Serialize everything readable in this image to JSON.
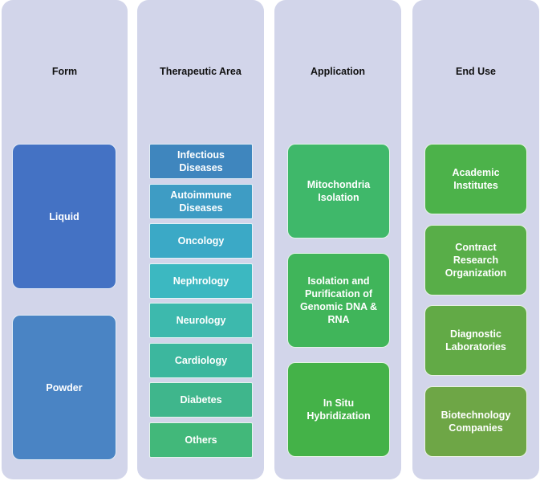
{
  "columns": [
    {
      "title": "Form",
      "items": [
        {
          "label": "Liquid",
          "color": "#4472c4"
        },
        {
          "label": "Powder",
          "color": "#4a84c4"
        }
      ]
    },
    {
      "title": "Therapeutic Area",
      "items": [
        {
          "label": "Infectious Diseases",
          "color": "#3f86be"
        },
        {
          "label": "Autoimmune Diseases",
          "color": "#3e9cc4"
        },
        {
          "label": "Oncology",
          "color": "#3ba9c6"
        },
        {
          "label": "Nephrology",
          "color": "#3cb8c1"
        },
        {
          "label": "Neurology",
          "color": "#3db9ad"
        },
        {
          "label": "Cardiology",
          "color": "#3cb79e"
        },
        {
          "label": "Diabetes",
          "color": "#3fb68c"
        },
        {
          "label": "Others",
          "color": "#42b87a"
        }
      ]
    },
    {
      "title": "Application",
      "items": [
        {
          "label": "Mitochondria Isolation",
          "color": "#3fb86a"
        },
        {
          "label": "Isolation and Purification of Genomic DNA & RNA",
          "color": "#40b55a"
        },
        {
          "label": "In Situ Hybridization",
          "color": "#44b248"
        }
      ]
    },
    {
      "title": "End Use",
      "items": [
        {
          "label": "Academic Institutes",
          "color": "#4cb24a"
        },
        {
          "label": "Contract Research Organization",
          "color": "#58ae48"
        },
        {
          "label": "Diagnostic Laboratories",
          "color": "#62aa46"
        },
        {
          "label": "Biotechnology Companies",
          "color": "#6ea646"
        }
      ]
    }
  ]
}
